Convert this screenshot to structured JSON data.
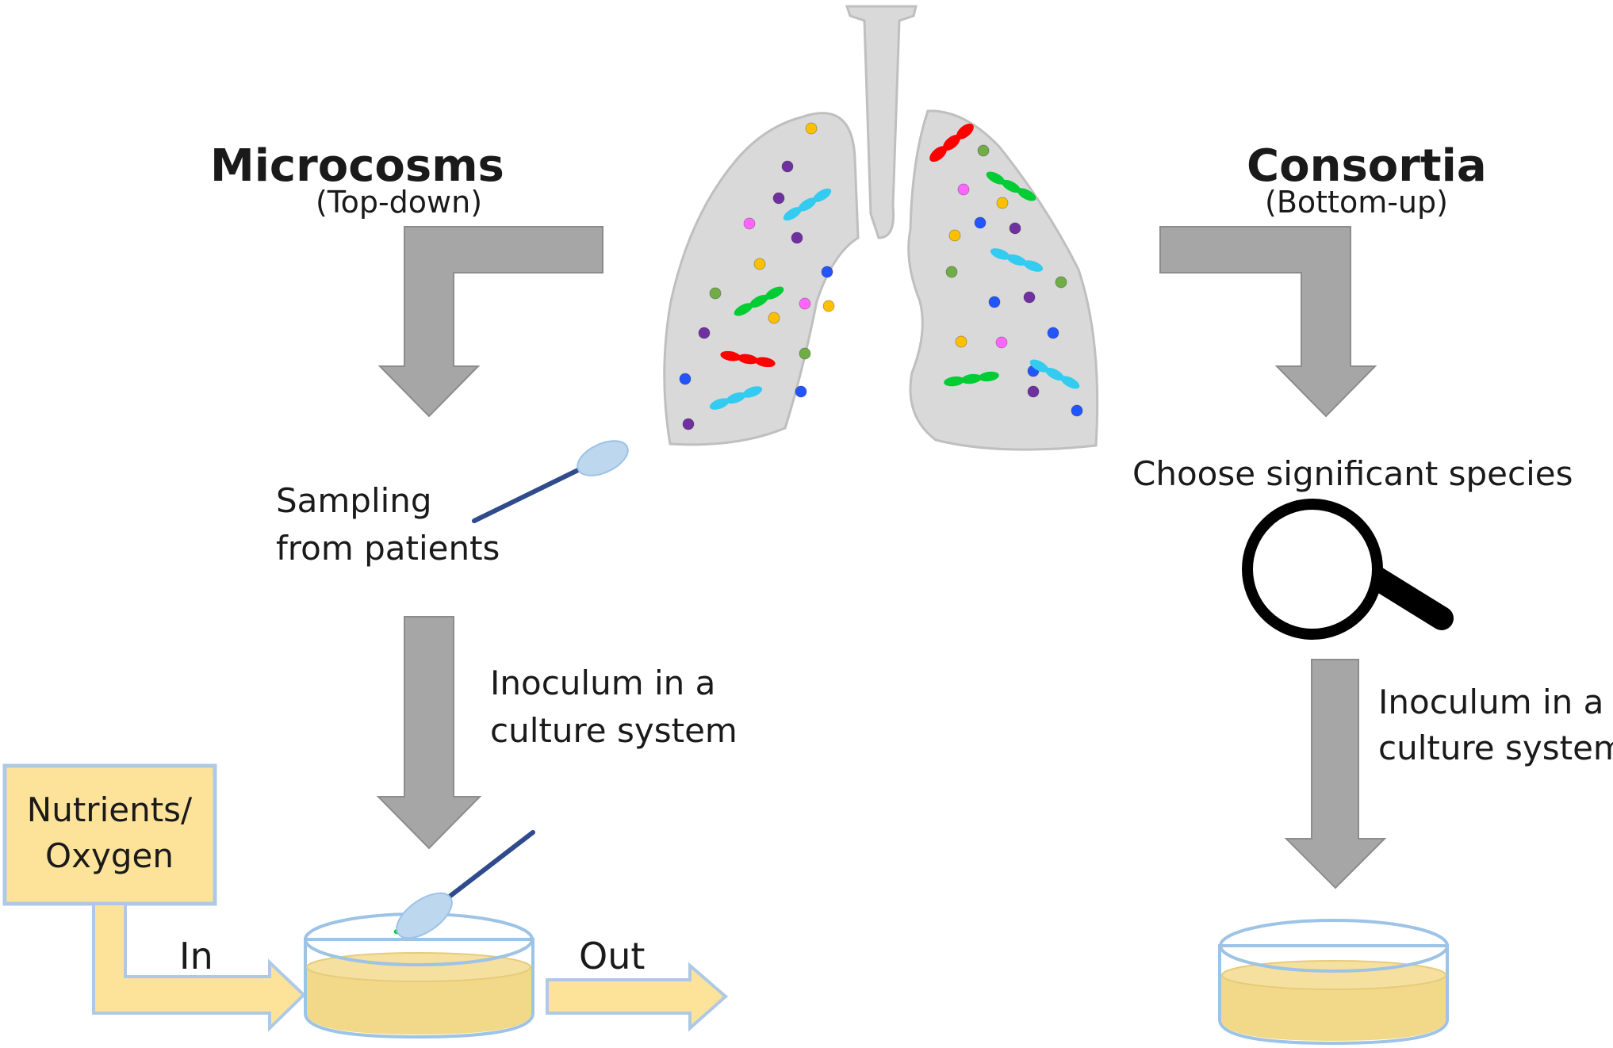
{
  "microcosms": {
    "title": "Microcosms",
    "subtitle": "(Top-down)",
    "sampling": [
      "Sampling",
      "from patients"
    ],
    "inoculum": [
      "Inoculum in a",
      "culture system"
    ],
    "nutrients": [
      "Nutrients/",
      "Oxygen"
    ],
    "in_label": "In",
    "out_label": "Out"
  },
  "consortia": {
    "title": "Consortia",
    "subtitle": "(Bottom-up)",
    "choose": "Choose significant species",
    "inoculum": [
      "Inoculum in a",
      "culture system"
    ]
  },
  "colors": {
    "arrow_gray": "#a6a6a6",
    "lung_gray": "#d9d9d9",
    "box_fill": "#fde39a",
    "box_border": "#aec9e6",
    "dish_rim": "#9dc3e6",
    "medium": "#f2d98a",
    "swab": "#2f4b8c",
    "swab_tip": "#bdd7ee",
    "bacteria": [
      "#ff0000",
      "#00cc33",
      "#33ccf0",
      "#7030a0",
      "#ffc000",
      "#ff66ff",
      "#2255ff",
      "#70ad47"
    ]
  },
  "icons": [
    "lung-icon",
    "swab-icon",
    "magnifier-icon",
    "petri-dish-icon",
    "arrow-icon"
  ]
}
